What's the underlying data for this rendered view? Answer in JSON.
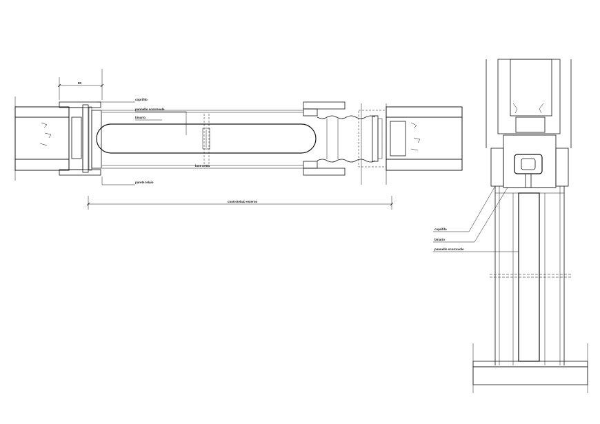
{
  "plan": {
    "dim_jamb": "80",
    "label_coprifilo": "coprifilo",
    "label_pannello": "pannello scorrevole",
    "label_binario": "binario",
    "label_luce_netta": "luce netta",
    "label_parete_telaio": "parete telaio",
    "label_controtelaio": "controtelaio esterno"
  },
  "section": {
    "label_coprifilo": "coprifilo",
    "label_binario": "binario",
    "label_pannello": "pannello scorrevole"
  },
  "colors": {
    "line": "#111111",
    "fill_dark": "#222222",
    "background": "#ffffff"
  }
}
